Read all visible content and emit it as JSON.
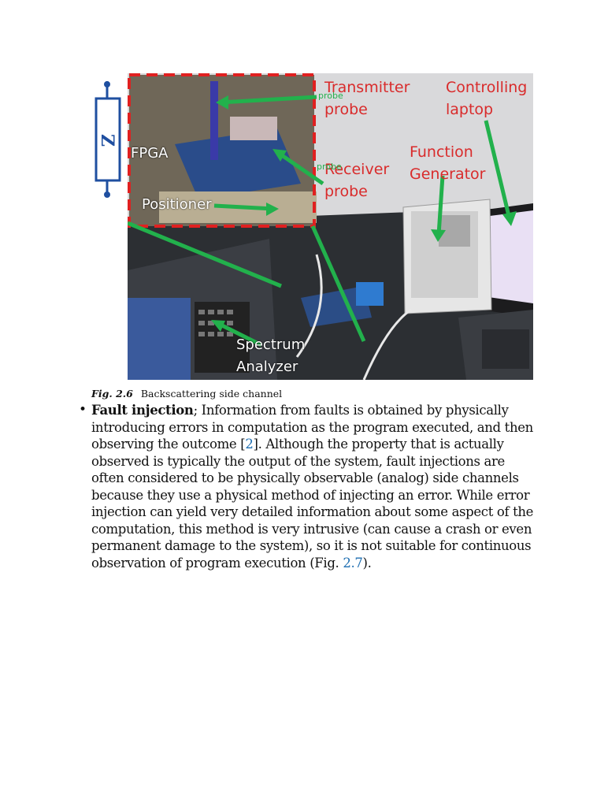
{
  "figure": {
    "labels": {
      "transmitter_probe": "Transmitter\nprobe",
      "controlling_laptop": "Controlling\nlaptop",
      "function_generator": "Function\nGenerator",
      "receiver_probe": "Receiver\nprobe",
      "fpga": "FPGA",
      "positioner": "Positioner",
      "spectrum_analyzer": "Spectrum\nAnalyzer",
      "probe_small_1": "probe",
      "probe_small_2": "probe",
      "impedance": "Z"
    },
    "colors": {
      "label_red": "#d92b2b",
      "arrow_green": "#22b14c",
      "inset_border": "#e02020",
      "impedance_blue": "#1f4fa0"
    }
  },
  "caption": {
    "number": "Fig. 2.6",
    "text": "Backscattering side channel"
  },
  "body": {
    "bullet_char": "•",
    "term": "Fault injection",
    "text_1": "; Information from faults is obtained by physically introducing errors in computation as the program executed, and then observing the outcome [",
    "ref_1": "2",
    "text_2": "]. Although the property that is actually observed is typically the output of the system, fault injections are often considered to be physically observable (analog) side channels because they use a physical method of injecting an error. While error injection can yield very detailed information about some aspect of the computation, this method is very intrusive (can cause a crash or even permanent damage to the system), so it is not suitable for continuous observation of program execution (Fig. ",
    "ref_2": "2.7",
    "text_3": ")."
  }
}
